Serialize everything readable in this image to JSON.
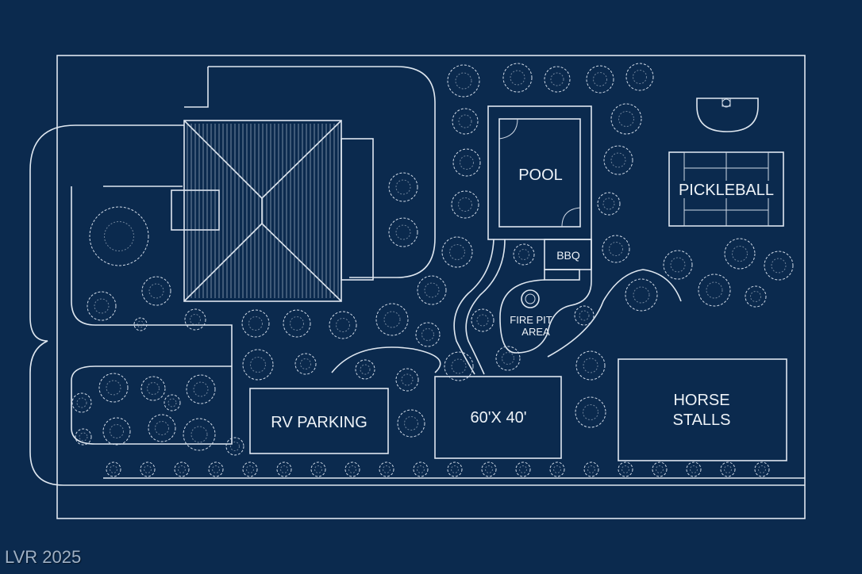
{
  "labels": {
    "pool": "POOL",
    "pickleball": "PICKLEBALL",
    "bbq": "BBQ",
    "fire_pit_line1": "FIRE PIT",
    "fire_pit_line2": "AREA",
    "shop": "60'X 40'",
    "rv_parking": "RV PARKING",
    "horse_line1": "HORSE",
    "horse_line2": "STALLS"
  },
  "watermark": "LVR 2025",
  "colors": {
    "background": "#0b2a4e",
    "lines": "#dfe7f0"
  }
}
